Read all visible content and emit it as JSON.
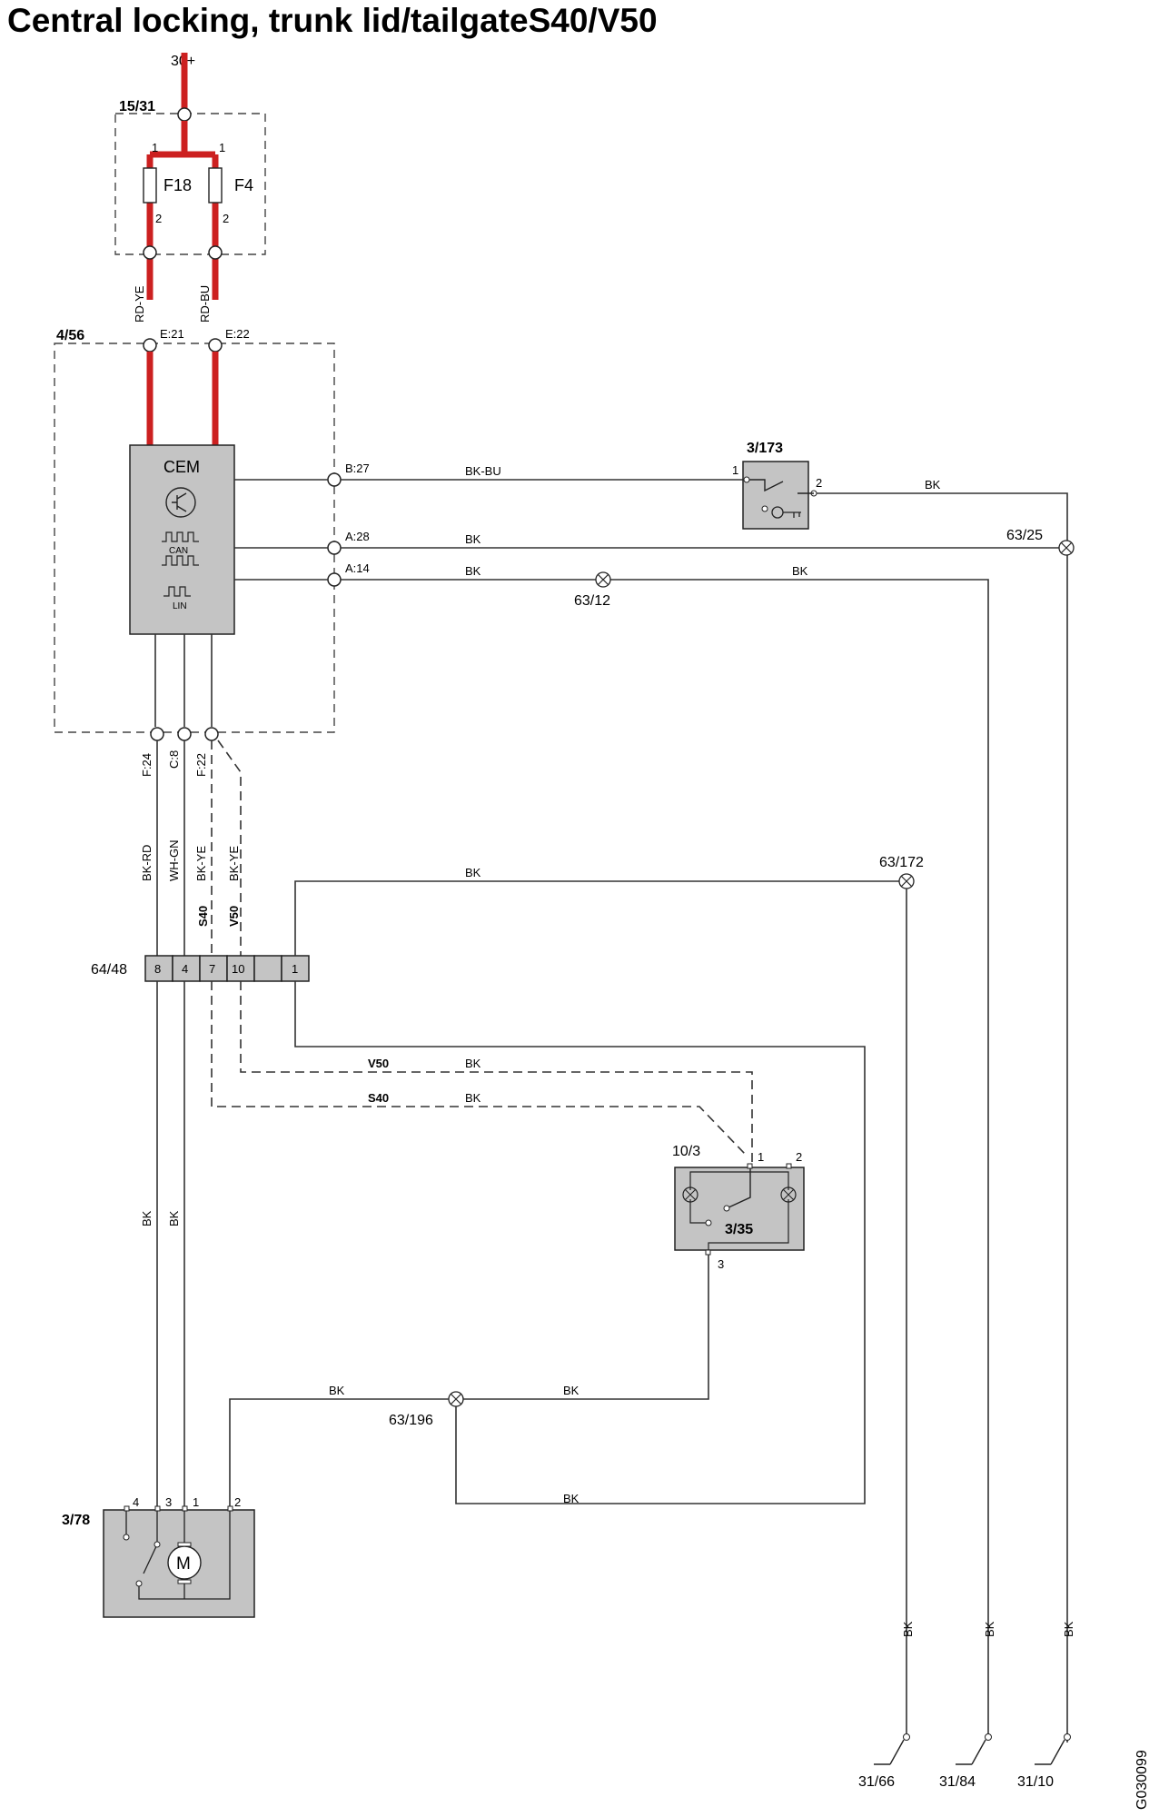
{
  "title": "Central locking, trunk lid/tailgateS40/V50",
  "figure_id": "G030099",
  "supply": "30+",
  "fusebox": {
    "id": "15/31",
    "fuses": [
      "F18",
      "F4"
    ],
    "pin_in": "1",
    "pin_out": "2"
  },
  "module": {
    "id": "4/56",
    "name": "CEM",
    "can_label": "CAN",
    "lin_label": "LIN",
    "pins_top": [
      "E:21",
      "E:22"
    ],
    "pins_right": [
      "B:27",
      "A:28",
      "A:14"
    ],
    "pins_bottom": [
      "F:24",
      "C:8",
      "F:22"
    ]
  },
  "wires": {
    "rd_ye": "RD-YE",
    "rd_bu": "RD-BU",
    "bk_bu": "BK-BU",
    "bk": "BK",
    "bk_rd": "BK-RD",
    "wh_gn": "WH-GN",
    "bk_ye": "BK-YE"
  },
  "variants": {
    "s40": "S40",
    "v50": "V50"
  },
  "connector": {
    "id": "64/48",
    "pins": [
      "8",
      "4",
      "7",
      "10",
      "",
      "1"
    ]
  },
  "switch_173": {
    "id": "3/173",
    "pin1": "1",
    "pin2": "2"
  },
  "ground_points": [
    "63/25",
    "63/12",
    "63/172",
    "63/196"
  ],
  "switch_35": {
    "id": "3/35",
    "housing": "10/3",
    "pin1": "1",
    "pin2": "2",
    "pin3": "3"
  },
  "motor": {
    "id": "3/78",
    "symbol": "M",
    "pins": [
      "4",
      "3",
      "1",
      "2"
    ]
  },
  "grounds": [
    "31/66",
    "31/84",
    "31/10"
  ]
}
